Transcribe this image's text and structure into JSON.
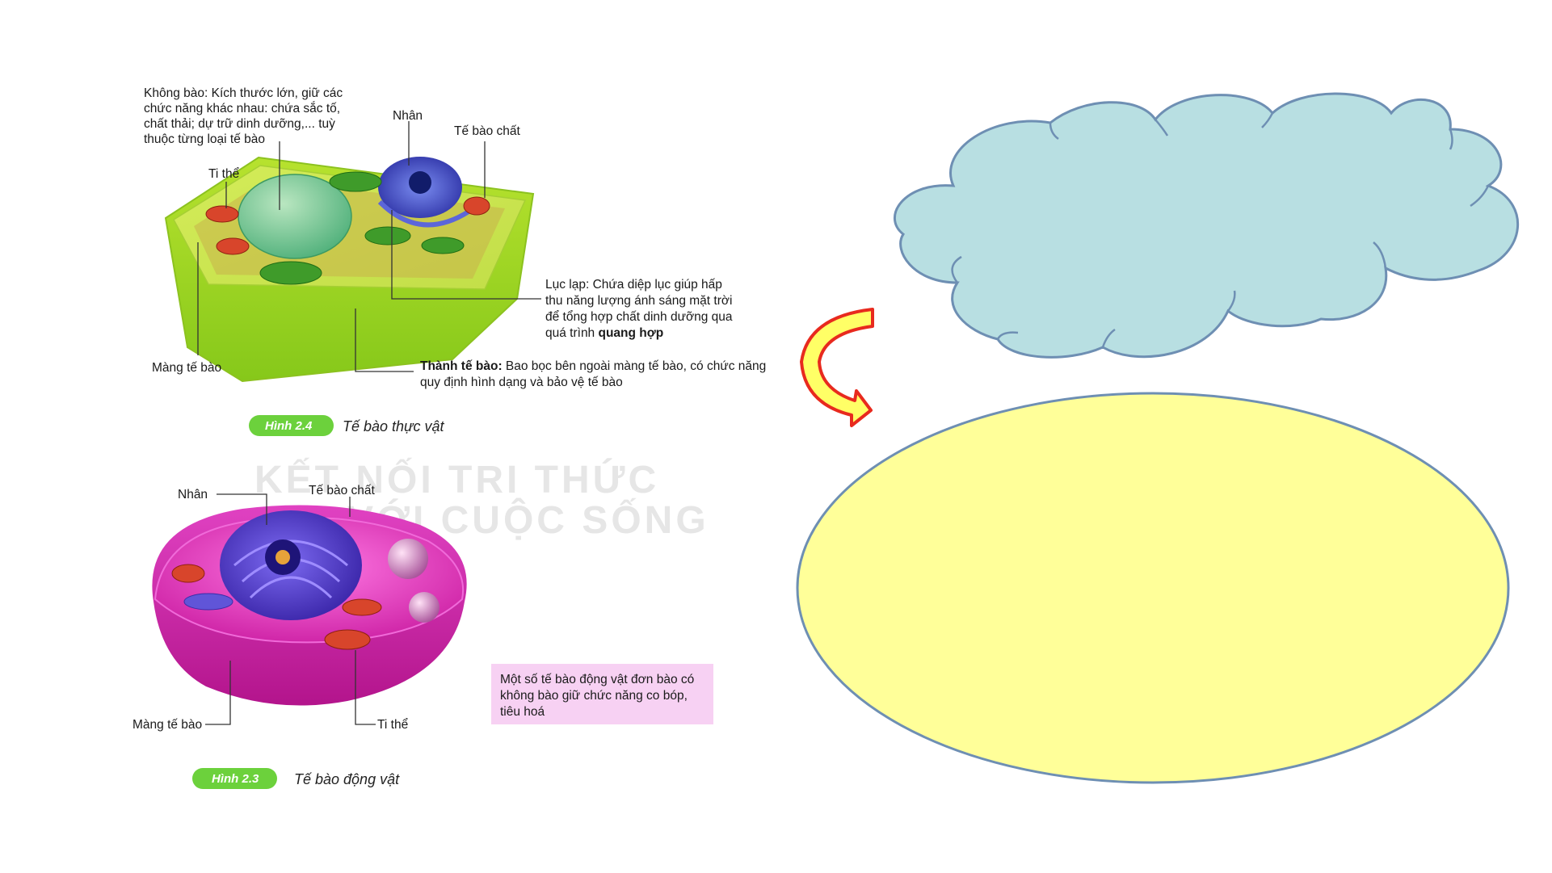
{
  "plant_cell": {
    "label_vacuole": [
      "Không bào: Kích thước lớn, giữ các",
      "chức năng khác nhau: chứa sắc tố,",
      "chất thải; dự trữ dinh dưỡng,... tuỳ",
      "thuộc từng loại tế bào"
    ],
    "label_nucleus": "Nhân",
    "label_cytoplasm": "Tế bào chất",
    "label_mitochondria": "Ti thể",
    "label_chloroplast": [
      "Lục lạp: Chứa diệp lục giúp hấp",
      "thu năng lượng ánh sáng mặt trời",
      "để tổng hợp chất dinh dưỡng qua",
      "quá trình "
    ],
    "label_chloroplast_bold": "quang hợp",
    "label_membrane": "Màng tế bào",
    "label_wall_bold": "Thành tế bào:",
    "label_wall": [
      "Bao bọc bên ngoài màng tế bào, có chức năng",
      "quy định hình dạng và bảo vệ tế bào"
    ],
    "figure_number": "Hình 2.4",
    "figure_caption": "Tế bào thực vật"
  },
  "animal_cell": {
    "label_nucleus": "Nhân",
    "label_cytoplasm": "Tế bào chất",
    "label_membrane": "Màng tế bào",
    "label_mitochondria": "Ti thể",
    "note": [
      "Một số tế bào động vật đơn bào có",
      "không bào giữ chức năng co bóp,",
      "tiêu hoá"
    ],
    "figure_number": "Hình 2.3",
    "figure_caption": "Tế bào động vật"
  },
  "watermark": [
    "KẾT NỐI TRI THỨC",
    "VỚI CUỘC SỐNG"
  ],
  "colors": {
    "cloud_fill": "#b8dfe2",
    "ellipse_fill": "#ffff99",
    "shape_stroke": "#6e8fb3",
    "arrow_fill": "#ffff66",
    "arrow_stroke": "#e82a1e",
    "figure_badge": "#6cd13c",
    "note_background": "#f7d1f3"
  }
}
